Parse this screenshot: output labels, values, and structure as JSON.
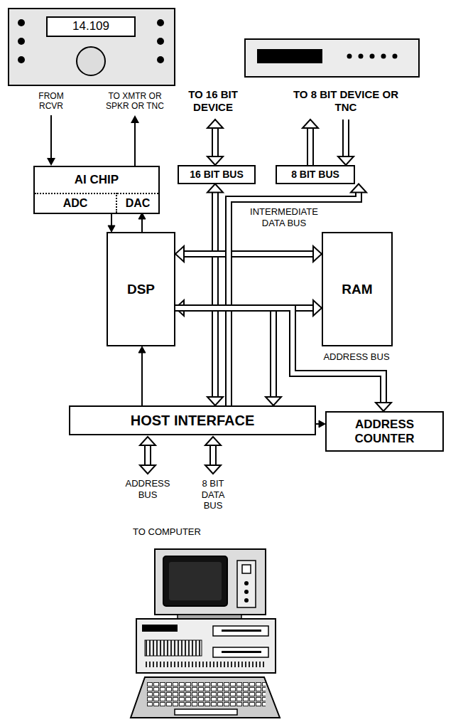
{
  "diagram": {
    "nodes": [
      {
        "text": [
          "AI CHIP"
        ]
      },
      {
        "text": [
          "ADC"
        ],
        "in": 0
      },
      {
        "text": [
          "DAC"
        ],
        "in": 0
      },
      {
        "text": [
          "16 BIT BUS"
        ]
      },
      {
        "text": [
          "8 BIT BUS"
        ]
      },
      {
        "text": [
          "DSP"
        ]
      },
      {
        "text": [
          "RAM"
        ]
      },
      {
        "text": [
          "HOST INTERFACE"
        ]
      },
      {
        "text": [
          "ADDRESS COUNTER"
        ]
      }
    ],
    "edges": [
      {
        "from": 1,
        "to": 5,
        "arrow": "to"
      },
      {
        "from": 5,
        "to": 2,
        "arrow": "to"
      },
      {
        "from": 3,
        "to": 7,
        "arrow": "both"
      },
      {
        "from": 5,
        "to": 6,
        "arrow": "both"
      },
      {
        "from": 7,
        "to": 4,
        "arrow": "to"
      },
      {
        "from": 5,
        "to": 6,
        "arrow": "both"
      },
      {
        "from": 5,
        "to": 7,
        "arrow": "to"
      },
      {
        "from": 5,
        "to": 8,
        "arrow": "to"
      },
      {
        "from": 7,
        "to": 8,
        "arrow": "to"
      },
      {
        "from": 7,
        "to": 5,
        "arrow": "to"
      }
    ],
    "labels": [
      "14.109",
      "FROM RCVR",
      "TO XMTR OR SPKR OR TNC",
      "TO 16 BIT DEVICE",
      "TO 8 BIT DEVICE OR TNC",
      "INTERMEDIATE DATA BUS",
      "ADDRESS BUS",
      "ADDRESS BUS",
      "8 BIT DATA BUS",
      "TO COMPUTER"
    ]
  }
}
